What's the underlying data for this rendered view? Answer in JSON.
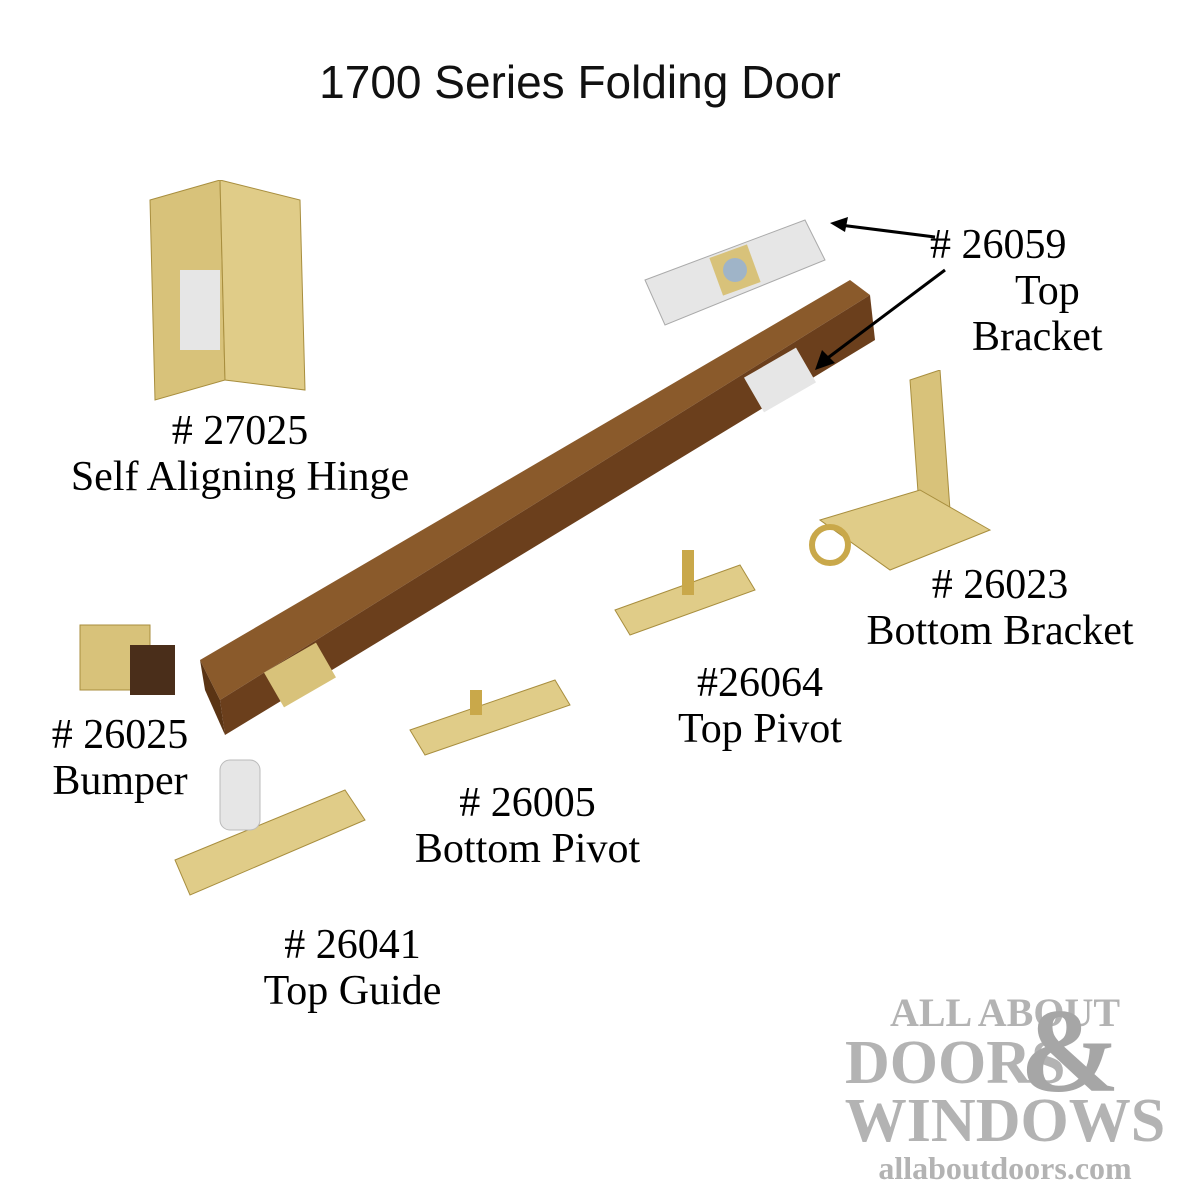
{
  "title": "1700 Series Folding Door",
  "parts": [
    {
      "number": "# 27025",
      "name": "Self  Aligning Hinge"
    },
    {
      "number": "# 26059",
      "name1": "Top",
      "name2": "Bracket"
    },
    {
      "number": "# 26023",
      "name": "Bottom Bracket"
    },
    {
      "number": "#26064",
      "name": "Top Pivot"
    },
    {
      "number": "# 26025",
      "name": "Bumper"
    },
    {
      "number": "# 26005",
      "name": "Bottom Pivot"
    },
    {
      "number": "# 26041",
      "name": "Top Guide"
    }
  ],
  "watermark": {
    "line1": "ALL ABOUT",
    "line2": "DOORS",
    "amp": "&",
    "line3": "WINDOWS",
    "line4": "allaboutdoors.com"
  },
  "colors": {
    "track": "#7a4a22",
    "brass": "#d8c27a",
    "nylon": "#e6e6e6",
    "watermark": "#b3b3b3"
  }
}
